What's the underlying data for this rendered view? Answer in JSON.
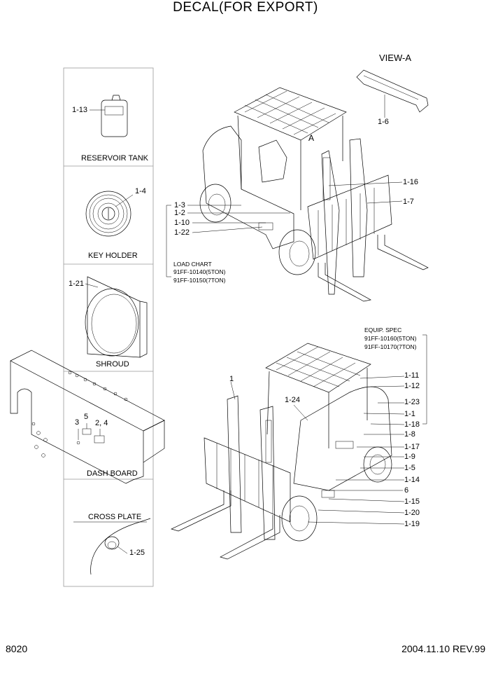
{
  "title": "DECAL(FOR EXPORT)",
  "page_number": "8020",
  "revision": "2004.11.10 REV.99",
  "panels": {
    "reservoir_tank": "RESERVOIR TANK",
    "key_holder": "KEY HOLDER",
    "shroud": "SHROUD",
    "dash_board": "DASH BOARD",
    "cross_plate": "CROSS PLATE"
  },
  "view_a": "VIEW-A",
  "view_marker": "A",
  "load_chart": {
    "title": "LOAD CHART",
    "items": [
      "91FF-10140(5TON)",
      "91FF-10150(7TON)"
    ]
  },
  "equip_spec": {
    "title": "EQUIP. SPEC",
    "items": [
      "91FF-10160(5TON)",
      "91FF-10170(7TON)"
    ]
  },
  "callouts": {
    "c1_13": "1-13",
    "c1_4": "1-4",
    "c1_21": "1-21",
    "c3": "3",
    "c5": "5",
    "c2_4": "2, 4",
    "c1_25": "1-25",
    "c1_6": "1-6",
    "c1_16": "1-16",
    "c1_7": "1-7",
    "c1_3": "1-3",
    "c1_2": "1-2",
    "c1_10": "1-10",
    "c1_22": "1-22",
    "c1": "1",
    "c1_24": "1-24",
    "c1_11": "1-11",
    "c1_12": "1-12",
    "c1_23": "1-23",
    "c1_1": "1-1",
    "c1_18": "1-18",
    "c1_8": "1-8",
    "c1_17": "1-17",
    "c1_9": "1-9",
    "c1_5": "1-5",
    "c1_14": "1-14",
    "c6": "6",
    "c1_15": "1-15",
    "c1_20": "1-20",
    "c1_19": "1-19"
  }
}
